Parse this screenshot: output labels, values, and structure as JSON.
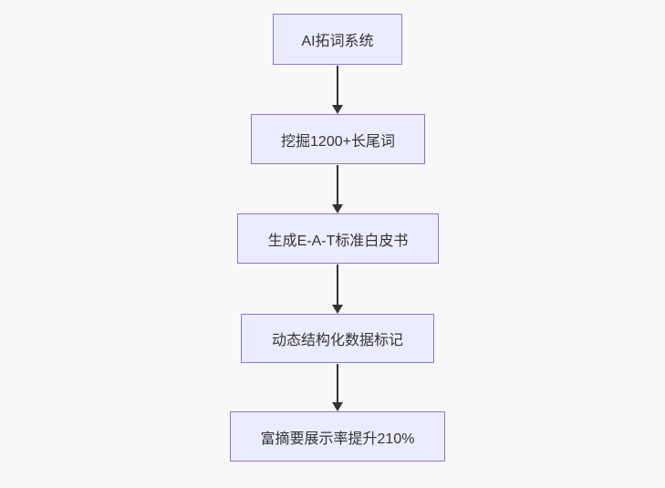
{
  "diagram": {
    "type": "flowchart",
    "direction": "top-down",
    "nodes": [
      {
        "id": "step1",
        "label": "AI拓词系统"
      },
      {
        "id": "step2",
        "label": "挖掘1200+长尾词"
      },
      {
        "id": "step3",
        "label": "生成E-A-T标准白皮书"
      },
      {
        "id": "step4",
        "label": "动态结构化数据标记"
      },
      {
        "id": "step5",
        "label": "富摘要展示率提升210%"
      }
    ],
    "edges": [
      {
        "from": "step1",
        "to": "step2"
      },
      {
        "from": "step2",
        "to": "step3"
      },
      {
        "from": "step3",
        "to": "step4"
      },
      {
        "from": "step4",
        "to": "step5"
      }
    ],
    "colors": {
      "node_fill": "#ececff",
      "node_border": "#9370db",
      "arrow": "#333333",
      "text": "#333333",
      "background": "#f8f8f8"
    }
  }
}
